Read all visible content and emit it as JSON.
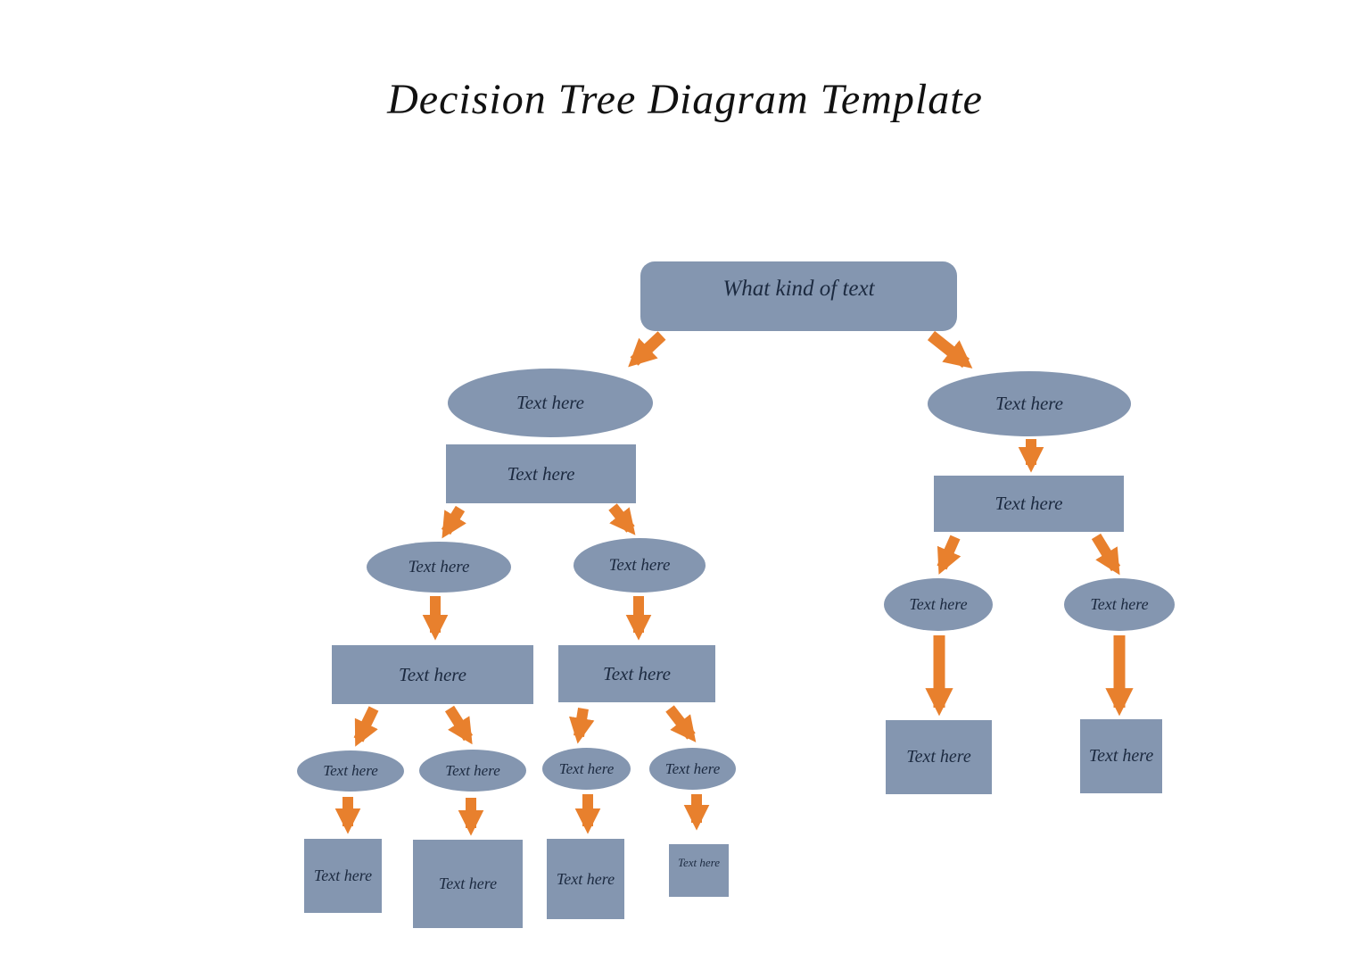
{
  "title": "Decision Tree Diagram Template",
  "colors": {
    "node_fill": "#8496B0",
    "arrow": "#E8802D",
    "node_text": "#1C2A40",
    "title_text": "#111111",
    "background": "#FFFFFF"
  },
  "nodes": {
    "root": {
      "label": "What kind of text",
      "shape": "rounded-rectangle"
    },
    "left_l1_ellipse": {
      "label": "Text here",
      "shape": "ellipse"
    },
    "left_l2_box": {
      "label": "Text here",
      "shape": "rectangle"
    },
    "right_l1_ellipse": {
      "label": "Text here",
      "shape": "ellipse"
    },
    "right_l2_box": {
      "label": "Text here",
      "shape": "rectangle"
    },
    "left_l3_ellipse_a": {
      "label": "Text here",
      "shape": "ellipse"
    },
    "left_l3_ellipse_b": {
      "label": "Text here",
      "shape": "ellipse"
    },
    "right_l3_ellipse_a": {
      "label": "Text here",
      "shape": "ellipse"
    },
    "right_l3_ellipse_b": {
      "label": "Text here",
      "shape": "ellipse"
    },
    "left_l4_box_a": {
      "label": "Text here",
      "shape": "rectangle"
    },
    "left_l4_box_b": {
      "label": "Text here",
      "shape": "rectangle"
    },
    "right_leaf_box_a": {
      "label": "Text here",
      "shape": "rectangle"
    },
    "right_leaf_box_b": {
      "label": "Text here",
      "shape": "rectangle"
    },
    "left_l5_ellipse_a": {
      "label": "Text here",
      "shape": "ellipse"
    },
    "left_l5_ellipse_b": {
      "label": "Text here",
      "shape": "ellipse"
    },
    "left_l5_ellipse_c": {
      "label": "Text here",
      "shape": "ellipse"
    },
    "left_l5_ellipse_d": {
      "label": "Text here",
      "shape": "ellipse"
    },
    "left_leaf_box_a": {
      "label": "Text here",
      "shape": "rectangle"
    },
    "left_leaf_box_b": {
      "label": "Text here",
      "shape": "rectangle"
    },
    "left_leaf_box_c": {
      "label": "Text here",
      "shape": "rectangle"
    },
    "left_leaf_box_d": {
      "label": "Text here",
      "shape": "rectangle"
    }
  }
}
